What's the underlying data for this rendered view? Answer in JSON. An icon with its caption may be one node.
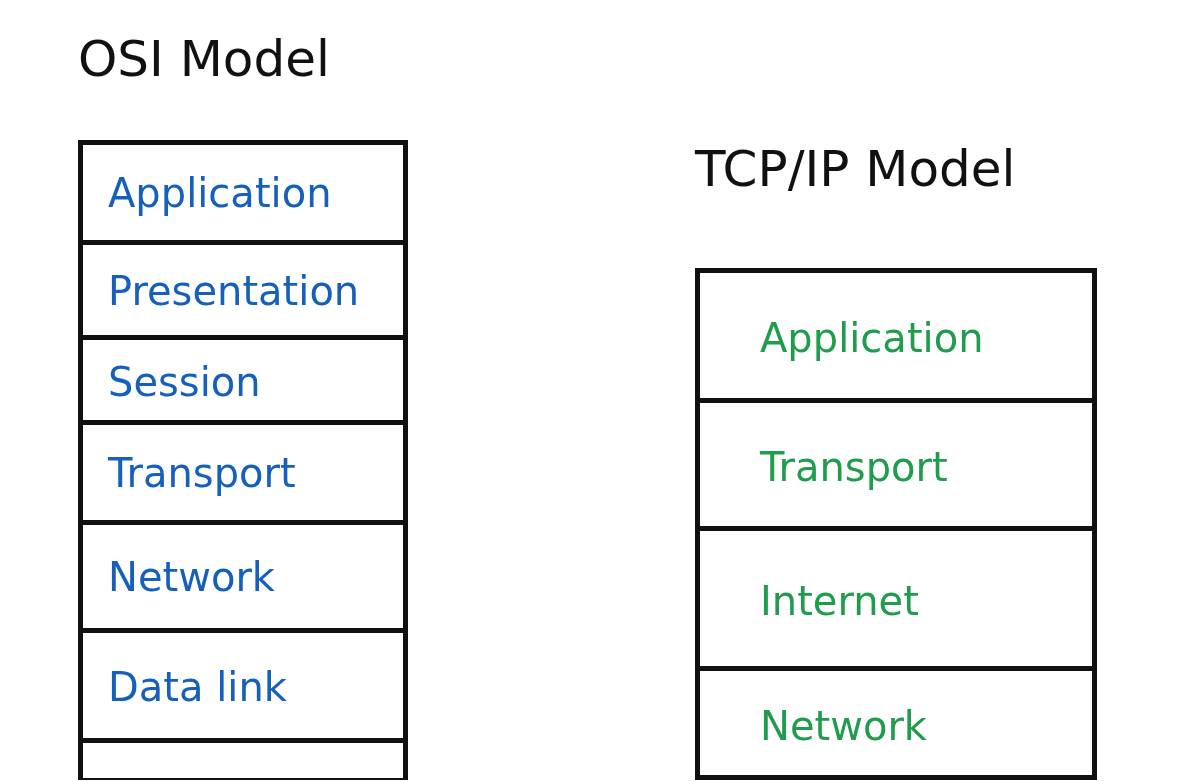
{
  "diagram": {
    "nodes": [
      {
        "text": [
          "OSI Model"
        ]
      },
      {
        "text": [
          "Application"
        ],
        "in": 0
      },
      {
        "text": [
          "Presentation"
        ],
        "in": 0
      },
      {
        "text": [
          "Session"
        ],
        "in": 0
      },
      {
        "text": [
          "Transport"
        ],
        "in": 0
      },
      {
        "text": [
          "Network"
        ],
        "in": 0
      },
      {
        "text": [
          "Data link"
        ],
        "in": 0
      },
      {
        "text": [],
        "shape": "box",
        "in": 0
      },
      {
        "text": [
          "TCP/IP Model"
        ]
      },
      {
        "text": [
          "Application"
        ],
        "in": 8
      },
      {
        "text": [
          "Transport"
        ],
        "in": 8
      },
      {
        "text": [
          "Internet"
        ],
        "in": 8
      },
      {
        "text": [
          "Network"
        ],
        "in": 8
      }
    ],
    "edges": []
  }
}
